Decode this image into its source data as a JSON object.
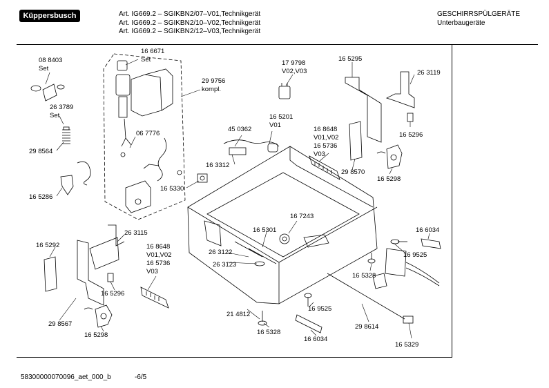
{
  "header": {
    "brand": "Küppersbusch",
    "articles": [
      "Art. IG669.2 – SGIKBN2/07–V01,Technikgerät",
      "Art. IG669.2 – SGIKBN2/10–V02,Technikgerät",
      "Art. IG669.2 – SGIKBN2/12–V03,Technikgerät"
    ],
    "category": "GESCHIRRSPÜLGERÄTE",
    "subcategory": "Unterbaugeräte"
  },
  "labels": {
    "l1": "08 8403",
    "l2": "Set",
    "l3": "16 6671",
    "l4": "Set",
    "l5": "29 9756",
    "l6": "kompl.",
    "l7": "17 9798",
    "l8": "V02,V03",
    "l9": "16 5295",
    "l10": "26 3119",
    "l11": "26 3789",
    "l12": "Set",
    "l13": "16 5201",
    "l14": "V01",
    "l15": "45 0362",
    "l16": "06 7776",
    "l17": "16 8648",
    "l18": "V01,V02",
    "l19": "16 5736",
    "l20": "V03",
    "l21": "16 5296",
    "l22": "29 8564",
    "l23": "16 3312",
    "l24": "29 8570",
    "l25": "16 5298",
    "l26": "16 5330",
    "l27": "16 5286",
    "l28": "16 7243",
    "l29": "26 3115",
    "l30": "16 6034",
    "l31": "16 5301",
    "l32": "16 5292",
    "l33": "16 8648",
    "l34": "V01,V02",
    "l35": "26 3122",
    "l36": "16 9525",
    "l37": "16 5736",
    "l38": "26 3123",
    "l39": "V03",
    "l40": "16 5328",
    "l41": "16 5296",
    "l42": "16 9525",
    "l43": "21 4812",
    "l44": "29 8567",
    "l45": "29 8614",
    "l46": "16 5298",
    "l47": "16 5328",
    "l48": "16 6034",
    "l49": "16 5329"
  },
  "footer": {
    "doc_number": "58300000070096_aet_000_b",
    "page": "-6/5"
  }
}
